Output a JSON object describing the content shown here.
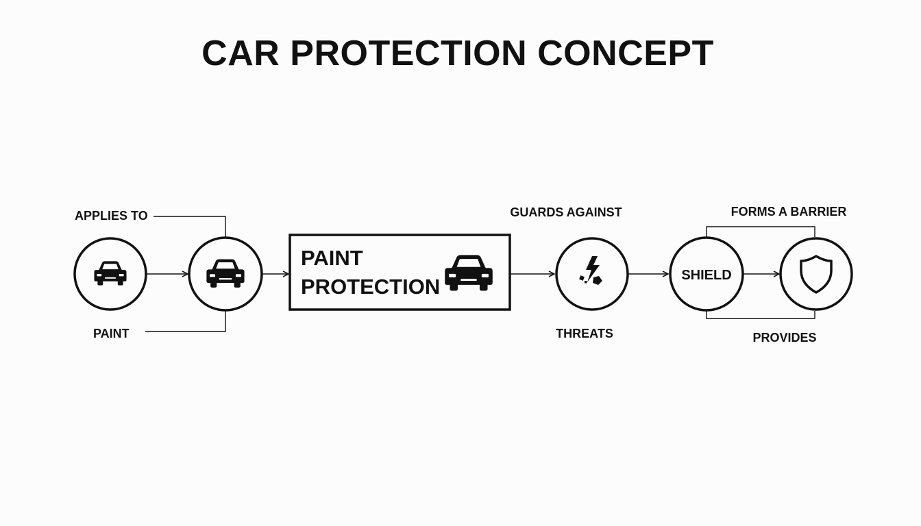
{
  "title": "CAR PROTECTION CONCEPT",
  "nodes": {
    "paint_source": {
      "icon": "car-icon"
    },
    "car": {
      "icon": "car-icon"
    },
    "paint_protection": {
      "line1": "PAINT",
      "line2": "PROTECTION",
      "icon": "car-icon"
    },
    "threats": {
      "icon": "lightning-debris-icon"
    },
    "shield": {
      "label": "SHIELD"
    },
    "barrier": {
      "icon": "shield-icon"
    }
  },
  "edge_labels": {
    "applies_to": "APPLIES TO",
    "paint": "PAINT",
    "guards_against": "GUARDS AGAINST",
    "threats": "THREATS",
    "forms_a_barrier": "FORMS A BARRIER",
    "provides": "PROVIDES"
  },
  "colors": {
    "stroke": "#111111",
    "background": "#fcfcfc"
  }
}
